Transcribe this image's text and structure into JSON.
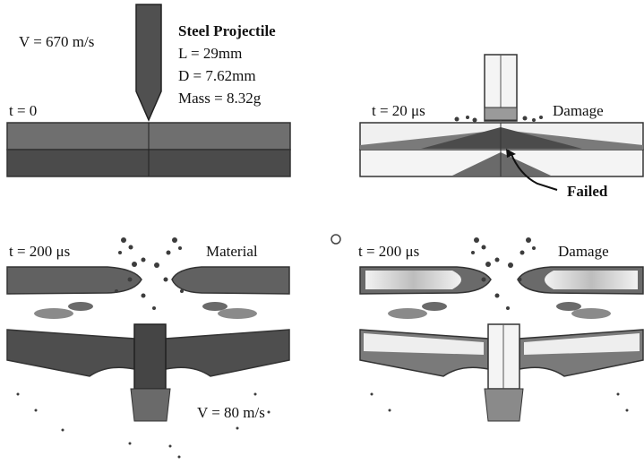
{
  "figure": {
    "panel_initial": {
      "time": "t = 0",
      "velocity": "V = 670 m/s",
      "projectile_title": "Steel Projectile",
      "length": "L = 29mm",
      "diameter": "D = 7.62mm",
      "mass": "Mass = 8.32g"
    },
    "panel_damage_early": {
      "time": "t = 20 μs",
      "mode": "Damage",
      "failed_label": "Failed"
    },
    "panel_material_late": {
      "time": "t = 200 μs",
      "mode": "Material",
      "residual_velocity": "V = 80 m/s"
    },
    "panel_damage_late": {
      "time": "t = 200 μs",
      "mode": "Damage"
    },
    "colors": {
      "plate_dark": "#4a4a4a",
      "plate_mid": "#6e6e6e",
      "plate_light": "#ececec",
      "debris": "#3c3c3c"
    }
  }
}
